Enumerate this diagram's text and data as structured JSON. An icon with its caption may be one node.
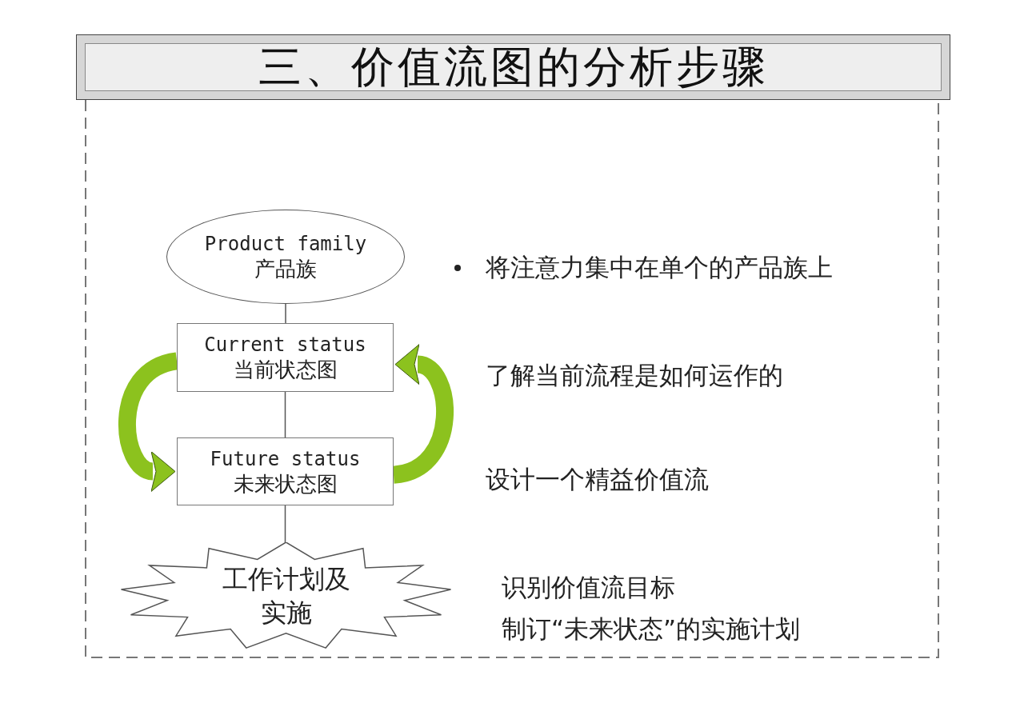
{
  "diagram": {
    "title": "三、价值流图的分析步骤",
    "nodes": [
      {
        "text": [
          "Product family",
          "产品族"
        ]
      },
      {
        "text": [
          "Current status",
          "当前状态图"
        ]
      },
      {
        "text": [
          "Future status",
          "未来状态图"
        ]
      },
      {
        "text": [
          "工作计划及实施"
        ]
      }
    ],
    "edges": [
      {
        "from": 0,
        "to": 1,
        "arrow": "none"
      },
      {
        "from": 1,
        "to": 2,
        "arrow": "none"
      },
      {
        "from": 2,
        "to": 3,
        "arrow": "none"
      },
      {
        "from": 1,
        "to": 2,
        "arrow": "to",
        "style": "thick",
        "color": "#8cc21e"
      },
      {
        "from": 2,
        "to": 1,
        "arrow": "to",
        "style": "thick",
        "color": "#8cc21e"
      }
    ],
    "labels": [
      "将注意力集中在单个的产品族上",
      "了解当前流程是如何运作的",
      "设计一个精益价值流",
      "识别价值流目标",
      "制订“未来状态”的实施计划"
    ]
  }
}
